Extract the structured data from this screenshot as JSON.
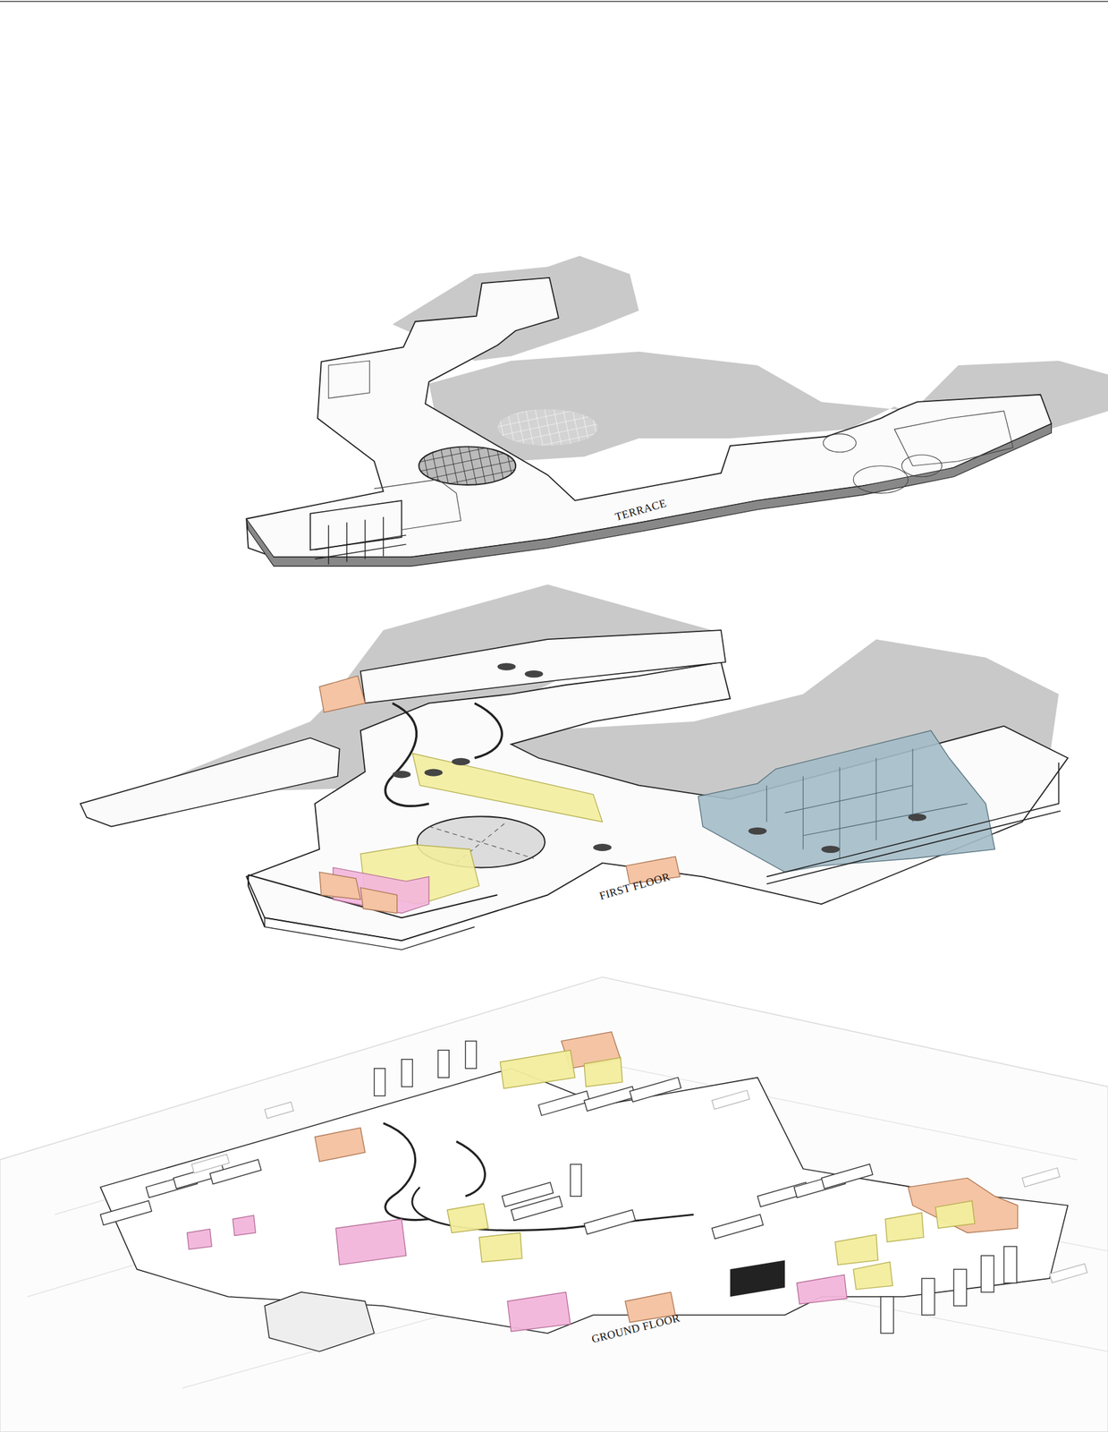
{
  "diagram": {
    "labels": [
      "TERRACE",
      "FIRST FLOOR",
      "GROUND FLOOR"
    ]
  }
}
